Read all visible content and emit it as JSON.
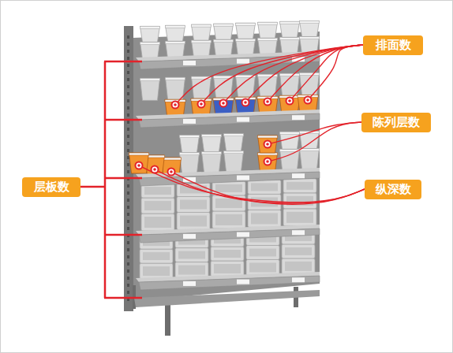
{
  "diagram": {
    "nodes": [
      {
        "text": [
          "排面数"
        ]
      },
      {
        "text": [
          "陈列层数"
        ]
      },
      {
        "text": [
          "层板数"
        ]
      },
      {
        "text": [
          "纵深数"
        ]
      }
    ]
  }
}
